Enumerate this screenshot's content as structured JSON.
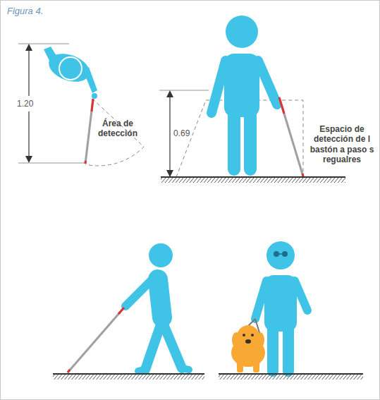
{
  "diagram": {
    "title": "Figura 4.",
    "labels": [
      "1.20",
      "Área de detección",
      "0.69",
      "Espacio de detección de l bastón a paso s regualres"
    ]
  }
}
